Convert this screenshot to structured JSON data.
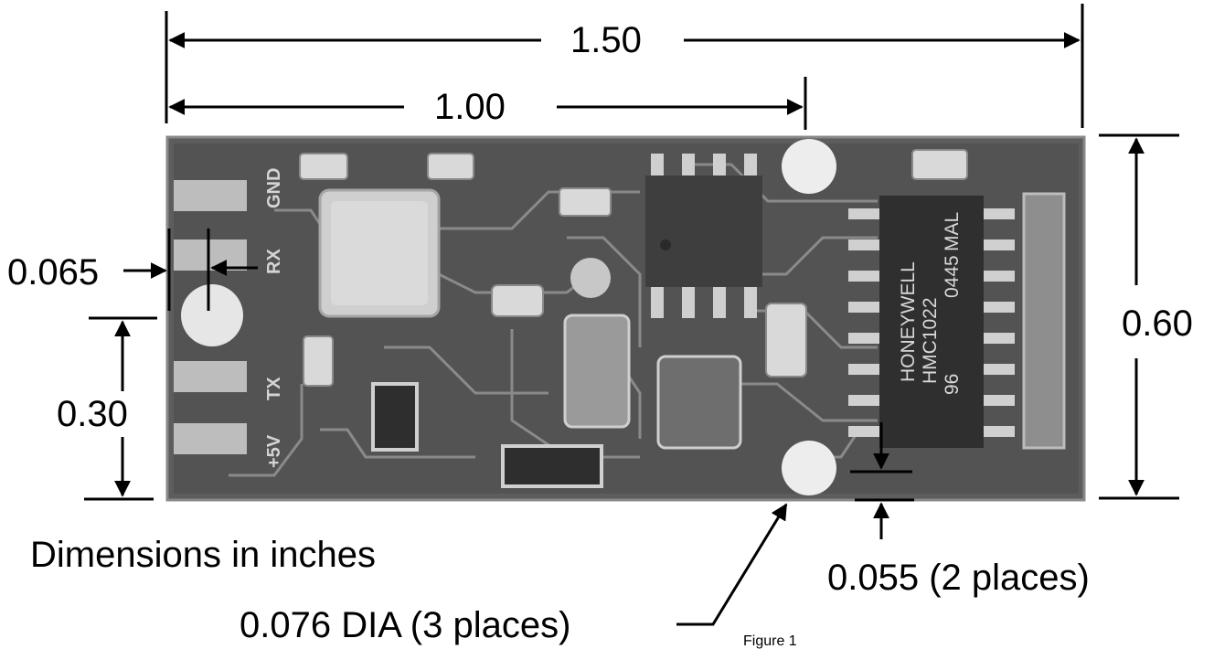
{
  "dimensions": {
    "overall_length": "1.50",
    "pin_span": "1.00",
    "height": "0.60",
    "pin_width": "0.065",
    "pin_pitch": "0.30",
    "edge_offset": "0.055 (2 places)",
    "hole_diameter": "0.076 DIA (3 places)"
  },
  "note": "Dimensions in inches",
  "caption": "Figure 1",
  "board": {
    "pin_labels": [
      "GND",
      "RX",
      "TX",
      "+5V"
    ],
    "chip_marking_lines": [
      "HONEYWELL",
      "HMC1022",
      "0445",
      "96",
      "MAL"
    ]
  },
  "colors": {
    "ink": "#000000",
    "board": "#5f5f5f",
    "pad": "#bdbdbd"
  }
}
